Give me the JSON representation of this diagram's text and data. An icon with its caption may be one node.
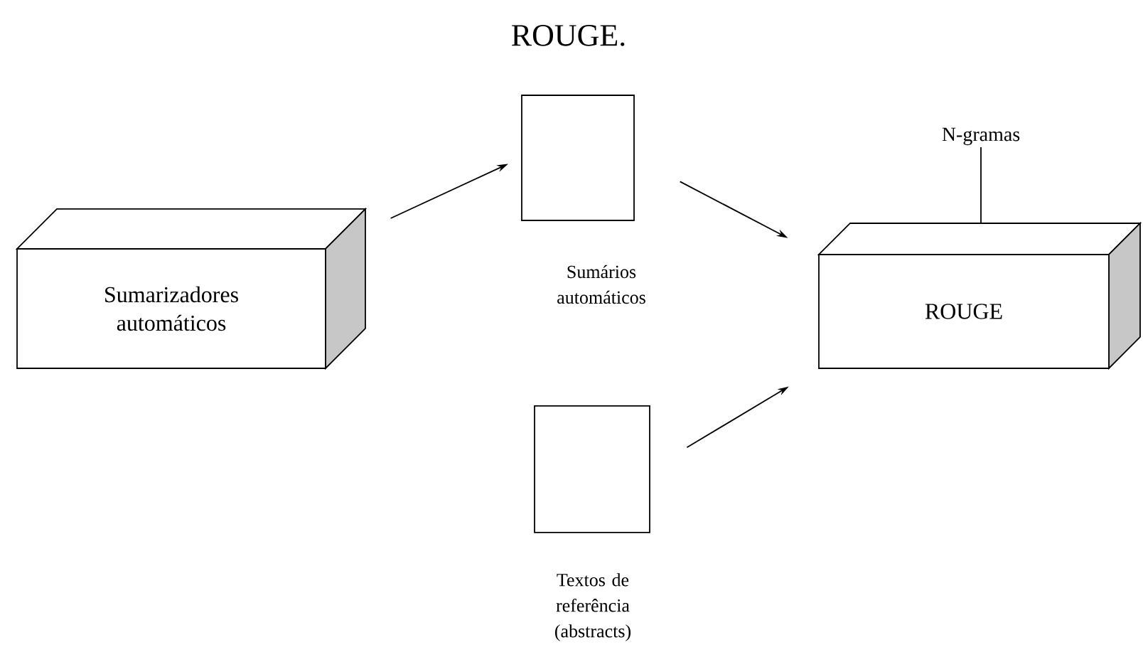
{
  "diagram": {
    "title": "ROUGE.",
    "nodes": [
      {
        "text": [
          "Sumarizadores automáticos"
        ]
      },
      {
        "text": [],
        "shape": "box",
        "beside": [
          "Sumários automáticos"
        ]
      },
      {
        "text": [],
        "shape": "box",
        "beside": [
          "Textos de referência (abstracts)"
        ]
      },
      {
        "text": [
          "ROUGE"
        ]
      },
      {
        "text": [
          "N-gramas"
        ]
      }
    ],
    "edges": [
      {
        "from": 0,
        "to": 1,
        "arrow": "to"
      },
      {
        "from": 1,
        "to": 3,
        "arrow": "to"
      },
      {
        "from": 2,
        "to": 3,
        "arrow": "to"
      },
      {
        "from": 4,
        "to": 3,
        "arrow": "none"
      }
    ]
  }
}
